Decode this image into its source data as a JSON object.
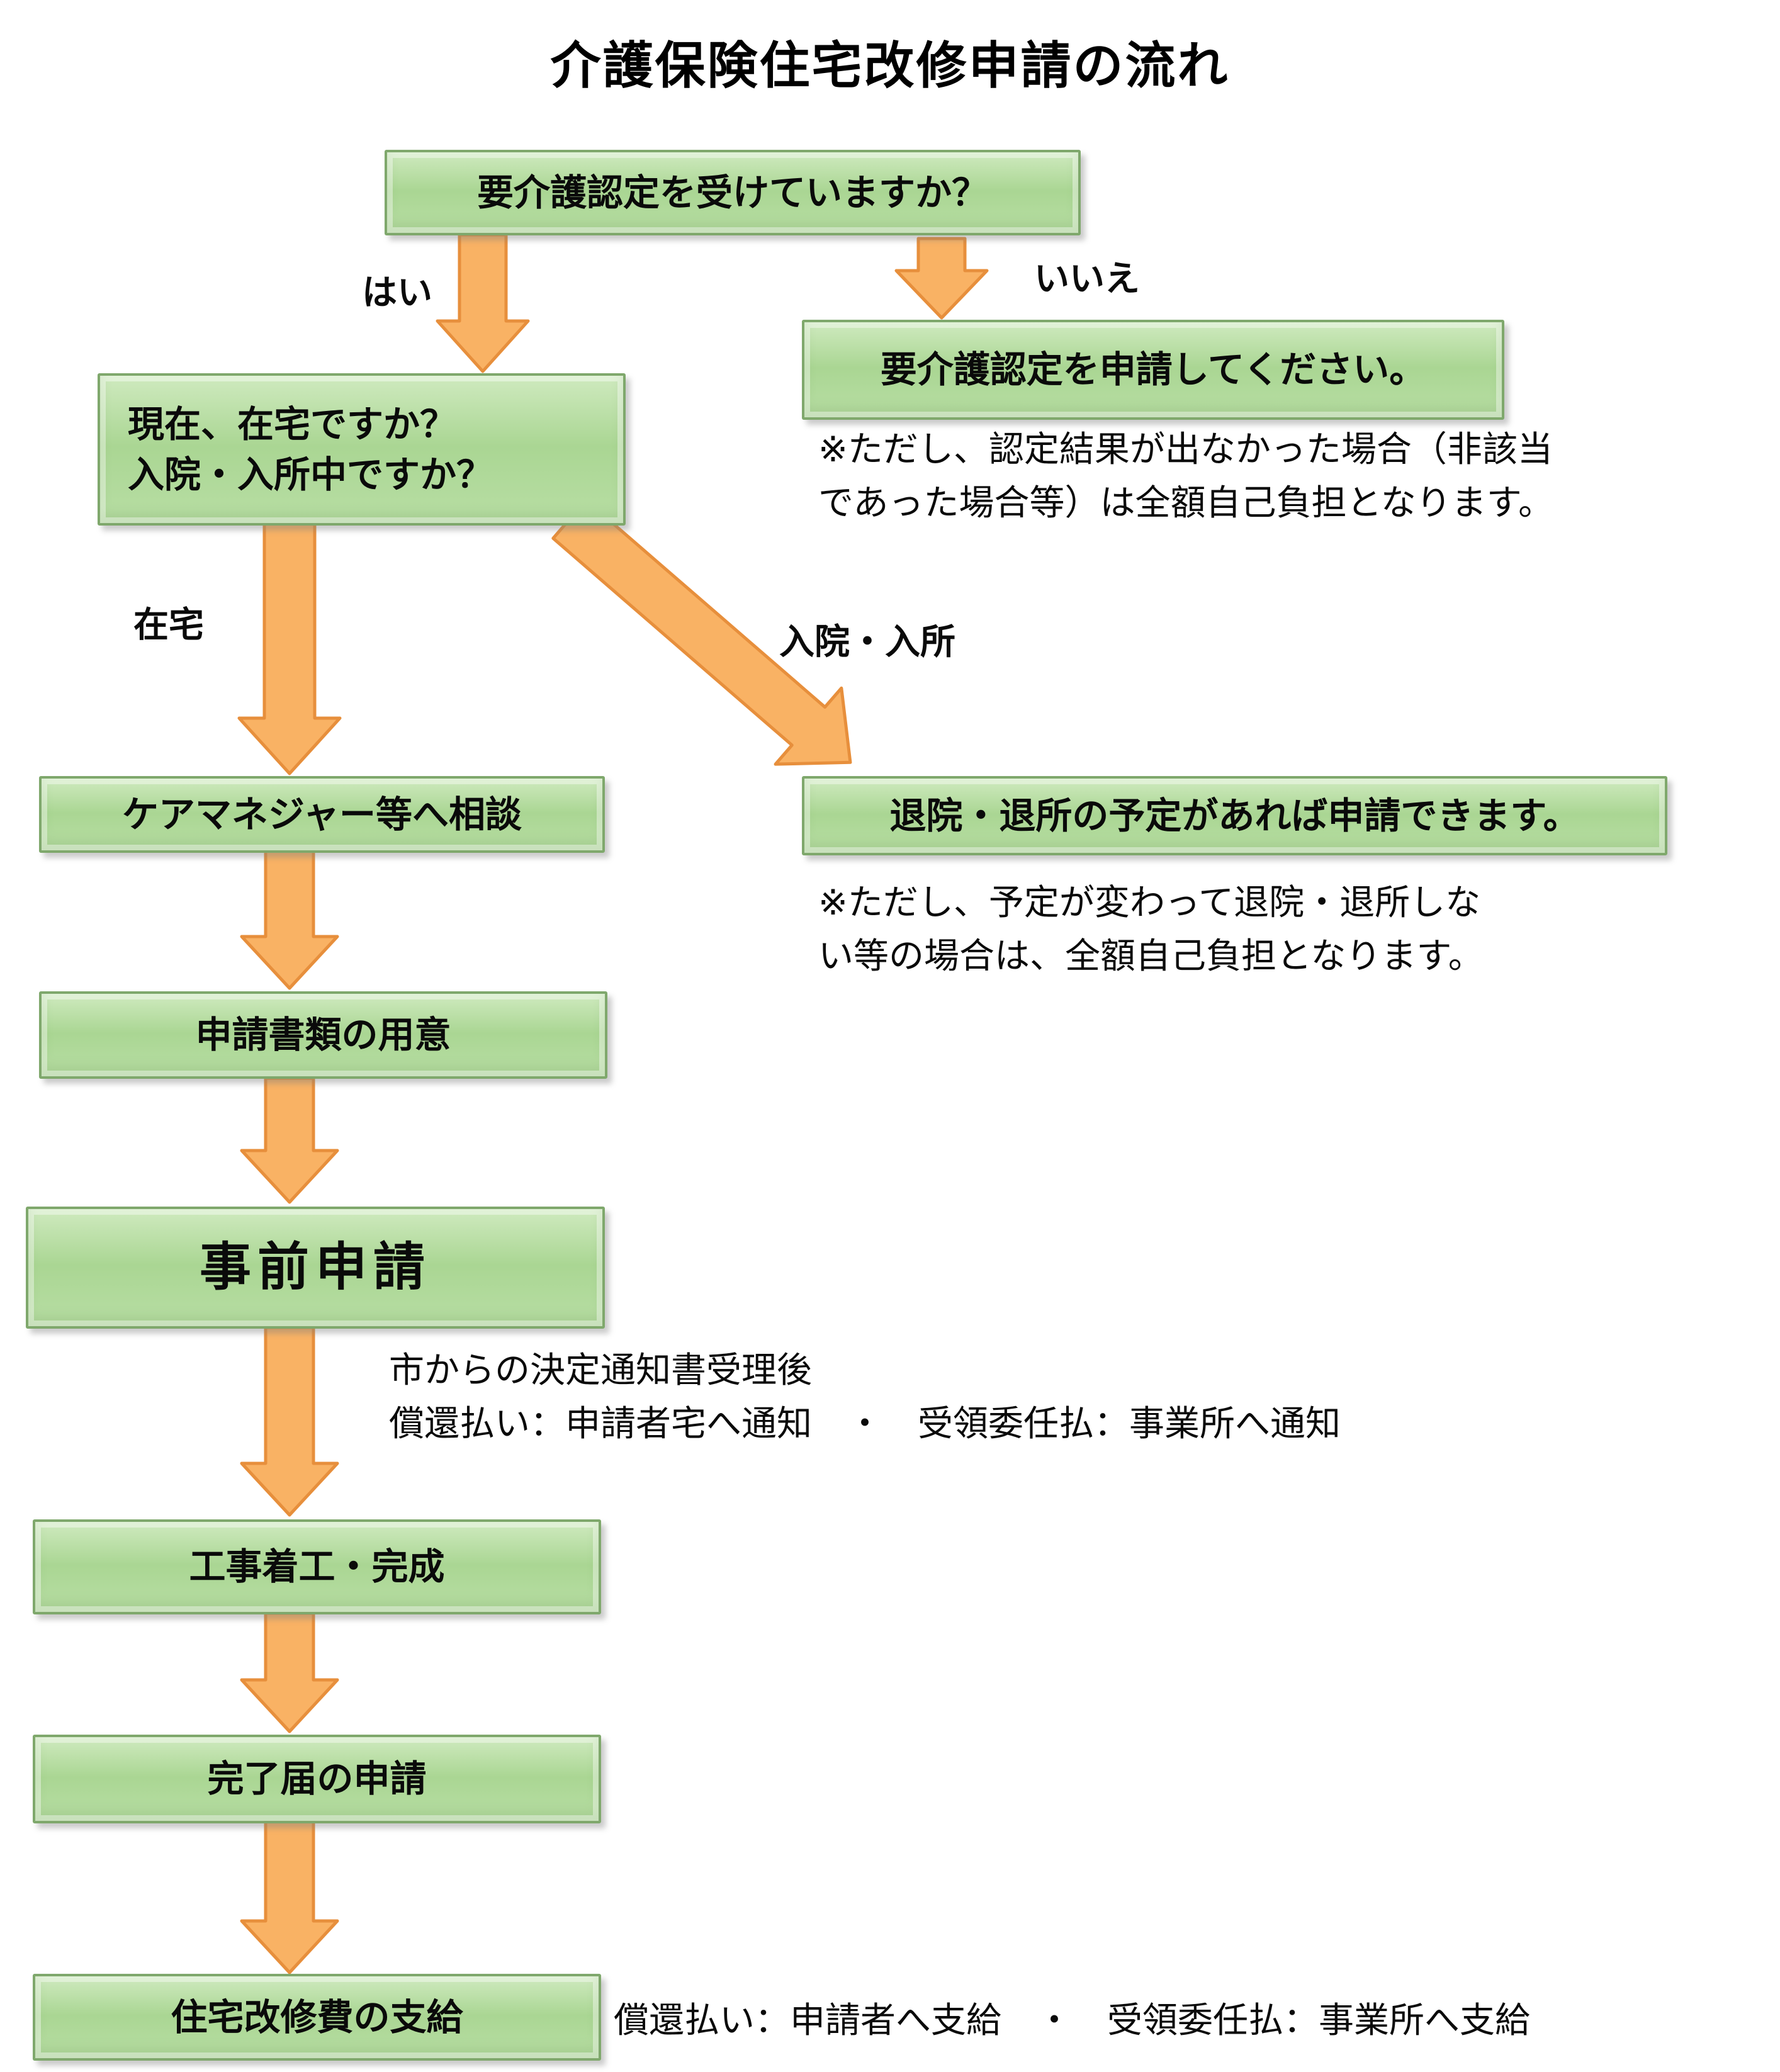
{
  "title": "介護保険住宅改修申請の流れ",
  "flow": {
    "q_certified": "要介護認定を受けていますか？",
    "apply_certification": "要介護認定を申請してください。",
    "q_home_or_hospital": "現在、在宅ですか？\n入院・入所中ですか？",
    "discharge_planned": "退院・退所の予定があれば申請できます。",
    "consult_care_manager": "ケアマネジャー等へ相談",
    "prepare_documents": "申請書類の用意",
    "advance_application": "事前申請",
    "construction": "工事着工・完成",
    "completion_report": "完了届の申請",
    "grant_payment": "住宅改修費の支給"
  },
  "branch_labels": {
    "yes": "はい",
    "no": "いいえ",
    "at_home": "在宅",
    "hospitalized": "入院・入所"
  },
  "notes": {
    "certification_note": "※ただし、認定結果が出なかった場合（非該当\nであった場合等）は全額自己負担となります。",
    "discharge_note": "※ただし、予定が変わって退院・退所しな\nい等の場合は、全額自己負担となります。",
    "decision_notice": "市からの決定通知書受理後\n償還払い：申請者宅へ通知　・　受領委任払：事業所へ通知",
    "payment_note": "償還払い：申請者へ支給　・　受領委任払：事業所へ支給"
  },
  "colors": {
    "box_fill": "#aad693",
    "box_border": "#7fa86c",
    "arrow_fill": "#f9b264",
    "arrow_border": "#e78f3c",
    "background": "#ffffff",
    "text": "#0a0a0a"
  }
}
